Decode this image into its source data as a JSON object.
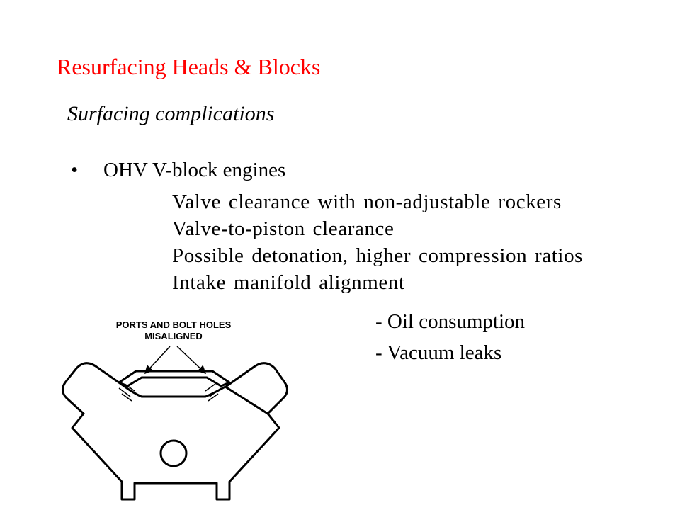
{
  "slide": {
    "title": "Resurfacing Heads & Blocks",
    "title_color": "#ff0000",
    "subtitle": "Surfacing complications"
  },
  "bullet": {
    "marker": "•",
    "text": "OHV V-block engines",
    "sub_items": [
      "Valve clearance with non-adjustable rockers",
      "Valve-to-piston clearance",
      "Possible detonation, higher compression ratios",
      "Intake manifold alignment"
    ],
    "consequences": [
      "- Oil consumption",
      "- Vacuum leaks"
    ]
  },
  "figure": {
    "caption": "PORTS AND BOLT HOLES\nMISALIGNED",
    "description_icon": "v-block-engine-diagram-icon"
  }
}
